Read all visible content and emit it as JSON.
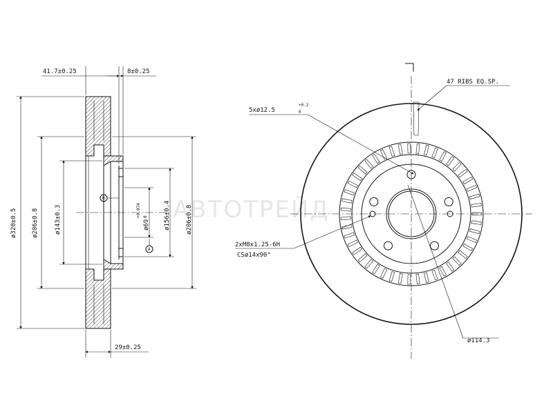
{
  "watermark": "АВТОТРЕЙД",
  "side_view": {
    "dims": {
      "offset": "41.7±0.25",
      "thickness_top": "8±0.25",
      "bottom_thickness": "29±0.25",
      "d_outer": "ø320±0.5",
      "d_206_left": "ø206±0.8",
      "d_143": "ø143±0.3",
      "d_69_base": "ø69",
      "d_69_tol_up": "+0.074",
      "d_69_tol_low": "0",
      "d_156": "ø156±0.4",
      "d_206_right": "ø206±0.8"
    },
    "datum_b": "B",
    "datum_a": "A"
  },
  "front_view": {
    "dims": {
      "ribs": "47 RIBS EQ.SP.",
      "holes_base": "5xø12.5",
      "holes_tol_up": "+0.2",
      "holes_tol_low": "0",
      "thread": "2xM8x1.25-6H",
      "countersink": "CSø14x90°",
      "pcd": "ø114.3"
    },
    "rib_count": 47,
    "bolt_hole_count": 5
  }
}
